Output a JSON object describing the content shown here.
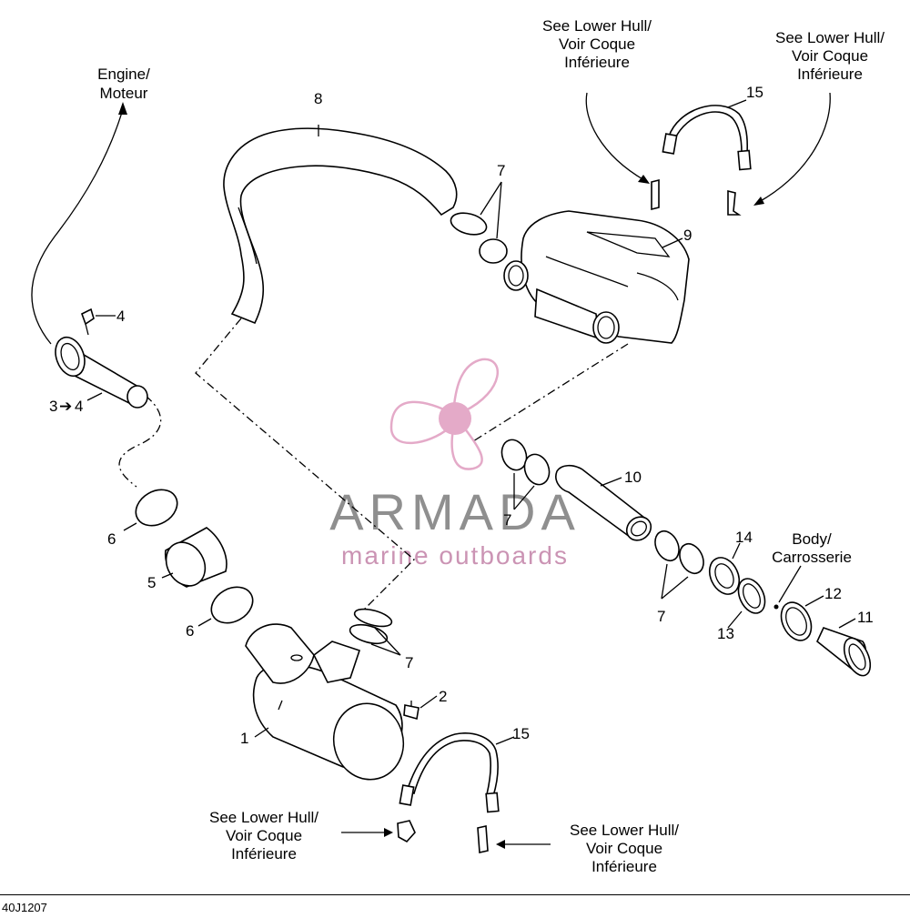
{
  "callouts": {
    "engine": [
      "Engine/",
      "Moteur"
    ],
    "body": [
      "Body/",
      "Carrosserie"
    ],
    "lower_hull_top_left": [
      "See Lower Hull/",
      "Voir Coque",
      "Inférieure"
    ],
    "lower_hull_top_right": [
      "See Lower Hull/",
      "Voir Coque",
      "Inférieure"
    ],
    "lower_hull_bottom_left": [
      "See Lower Hull/",
      "Voir Coque",
      "Inférieure"
    ],
    "lower_hull_bottom_right": [
      "See Lower Hull/",
      "Voir Coque",
      "Inférieure"
    ]
  },
  "part_numbers": {
    "p1": "1",
    "p2": "2",
    "p3_4": "3",
    "p3_4_arrow": "➔",
    "p3_4_end": "4",
    "p4": "4",
    "p5": "5",
    "p6_upper": "6",
    "p6_lower": "6",
    "p7_top": "7",
    "p7_mid_left": "7",
    "p7_mid_right": "7",
    "p7_lower": "7",
    "p8": "8",
    "p9": "9",
    "p10": "10",
    "p11": "11",
    "p12": "12",
    "p13": "13",
    "p14": "14",
    "p15_top": "15",
    "p15_bottom": "15"
  },
  "watermark": {
    "brand": "ARMADA",
    "tagline": "marine outboards"
  },
  "colors": {
    "line": "#000000",
    "watermark_pink": "#e3a6c6",
    "watermark_gray": "#8a8a8a",
    "watermark_pink_text": "#c98fb0"
  },
  "reference_code": "40J1207"
}
